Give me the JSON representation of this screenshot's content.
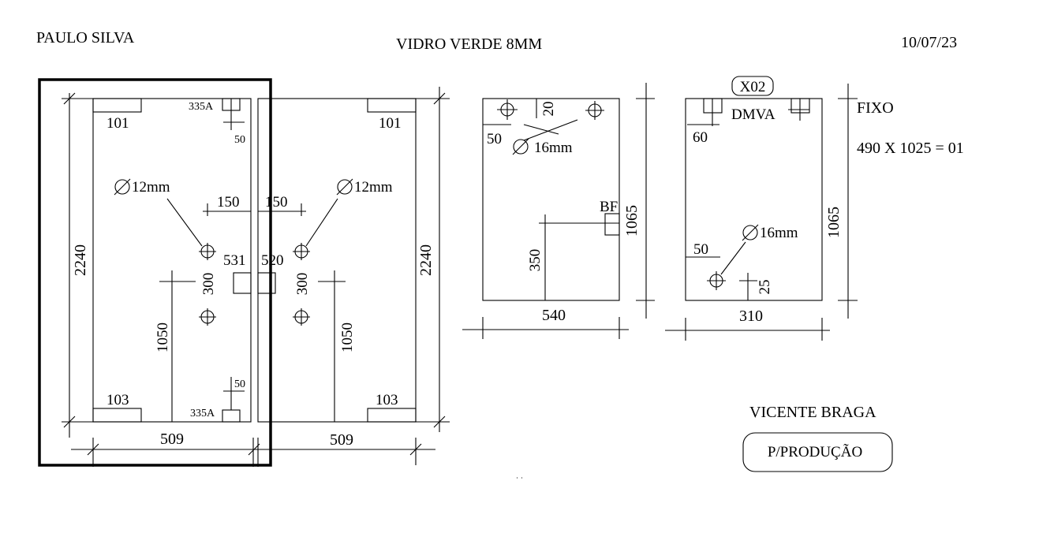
{
  "header": {
    "client": "PAULO SILVA",
    "material": "VIDRO VERDE 8MM",
    "date": "10/07/23"
  },
  "left_pane": {
    "height_dim": "2240",
    "width_dim": "509",
    "top_patch": "101",
    "bottom_patch": "103",
    "hinge_top": "335A",
    "hinge_bottom": "335A",
    "hinge_offset_top": "50",
    "hinge_offset_bottom": "50",
    "hole_label": "12mm",
    "hole_offset": "150",
    "hole_spacing": "300",
    "handle_height": "1050",
    "lock_dim": "531"
  },
  "right_pane": {
    "height_dim": "2240",
    "width_dim": "509",
    "top_patch": "101",
    "bottom_patch": "103",
    "hole_label": "12mm",
    "hole_offset": "150",
    "hole_spacing": "300",
    "handle_height": "1050",
    "lock_dim": "520"
  },
  "panel_540": {
    "width_dim": "540",
    "height_dim": "1065",
    "top_offset": "20",
    "side_offset": "50",
    "hole_label": "16mm",
    "fitting": "BF",
    "fitting_height": "350"
  },
  "panel_310": {
    "tag": "X02",
    "fitting": "DMVA",
    "fitting_offset": "60",
    "width_dim": "310",
    "height_dim": "1065",
    "hole_label": "16mm",
    "hole_side": "50",
    "hole_bottom": "25"
  },
  "notes": {
    "type": "FIXO",
    "spec": "490 X 1025 = 01"
  },
  "footer": {
    "author": "VICENTE BRAGA",
    "status": "P/PRODUÇÃO"
  }
}
